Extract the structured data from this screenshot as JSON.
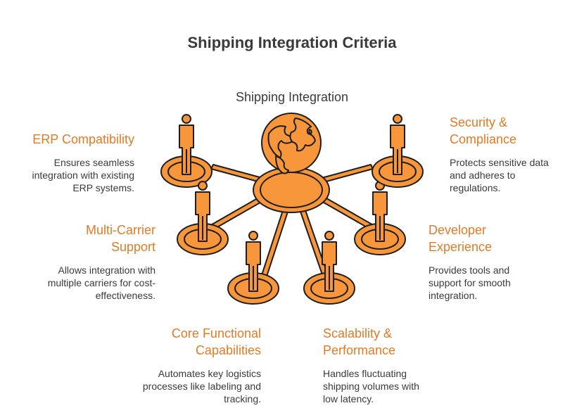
{
  "title": "Shipping Integration Criteria",
  "center_label": "Shipping Integration",
  "colors": {
    "accent": "#f7963a",
    "stroke": "#1e1e1e",
    "heading": "#e07b26",
    "text": "#3a3a3a"
  },
  "icons": {
    "center": "globe-icon",
    "nodes": "person-icon"
  },
  "items": [
    {
      "title": "ERP Compatibility",
      "desc": "Ensures seamless integration with existing ERP systems."
    },
    {
      "title": "Multi-Carrier Support",
      "desc": "Allows integration with multiple carriers for cost-effectiveness."
    },
    {
      "title": "Core Functional Capabilities",
      "desc": "Automates key logistics processes like labeling and tracking."
    },
    {
      "title": "Scalability & Performance",
      "desc": "Handles fluctuating shipping volumes with low latency."
    },
    {
      "title": "Developer Experience",
      "desc": "Provides tools and support for smooth integration."
    },
    {
      "title": "Security & Compliance",
      "desc": "Protects sensitive data and adheres to regulations."
    }
  ]
}
